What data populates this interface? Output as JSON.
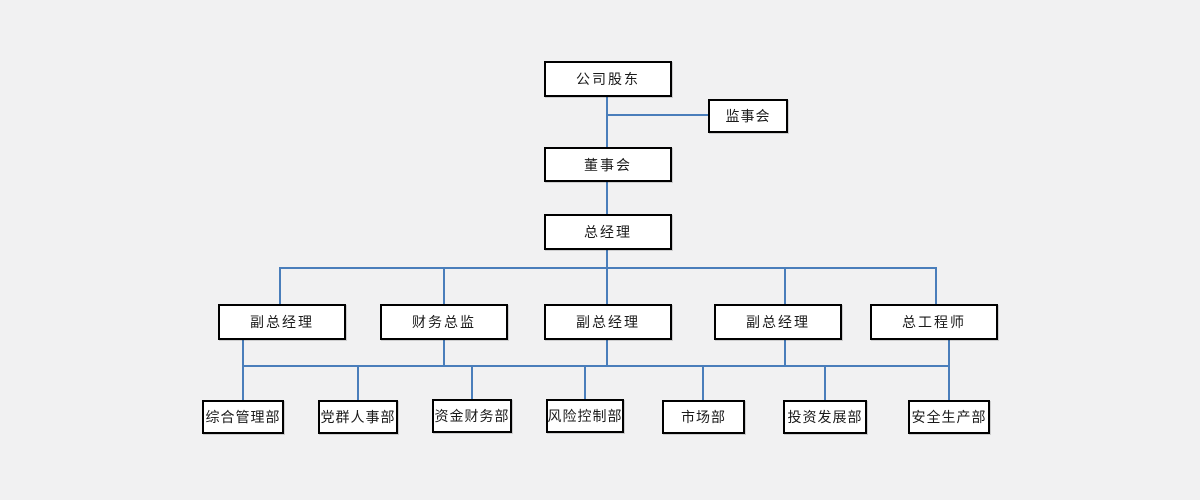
{
  "diagram": {
    "type": "org-chart",
    "colors": {
      "background": "#f1f1f2",
      "node_fill": "#ffffff",
      "node_border": "#000000",
      "connector": "#4a7ebb",
      "text": "#1a1a1a"
    },
    "nodes": {
      "shareholders": {
        "label": "公司股东"
      },
      "supervisory_board": {
        "label": "监事会"
      },
      "board_of_directors": {
        "label": "董事会"
      },
      "general_manager": {
        "label": "总经理"
      },
      "level2": [
        {
          "label": "副总经理"
        },
        {
          "label": "财务总监"
        },
        {
          "label": "副总经理"
        },
        {
          "label": "副总经理"
        },
        {
          "label": "总工程师"
        }
      ],
      "level3": [
        {
          "label": "综合管理部"
        },
        {
          "label": "党群人事部"
        },
        {
          "label": "资金财务部"
        },
        {
          "label": "风险控制部"
        },
        {
          "label": "市场部"
        },
        {
          "label": "投资发展部"
        },
        {
          "label": "安全生产部"
        }
      ]
    },
    "edges": [
      "公司股东 > 董事会",
      "公司股东 > 监事会",
      "董事会 > 总经理",
      "总经理 > 副总经理/财务总监/副总经理/副总经理/总工程师",
      "管理层 > 综合管理部/党群人事部/资金财务部/风险控制部/市场部/投资发展部/安全生产部"
    ]
  }
}
